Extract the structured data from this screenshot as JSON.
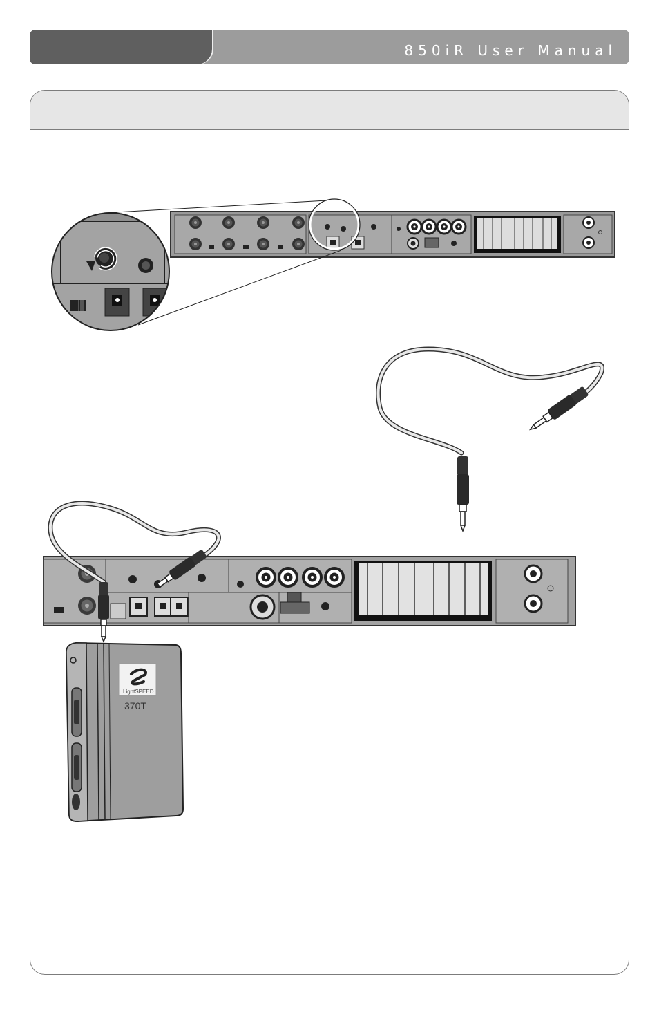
{
  "header": {
    "title": "850iR User Manual"
  },
  "device": {
    "brand": "LightSPEED",
    "model": "370T"
  },
  "colors": {
    "header_bar": "#9c9c9c",
    "header_tab": "#5f5f5f",
    "panel_head": "#e6e6e6",
    "panel_border": "#7c7c7c"
  }
}
